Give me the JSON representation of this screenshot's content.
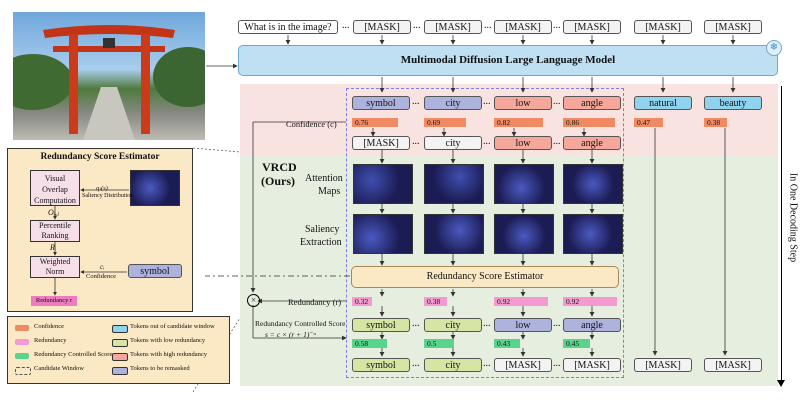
{
  "top_tokens": {
    "prompt": "What is in the image?",
    "mask": "[MASK]"
  },
  "mllm_label": "Multimodal Diffusion Large Language Model",
  "vrcd": {
    "line1": "VRCD",
    "line2": "(Ours)"
  },
  "side_labels": {
    "confidence": "Confidence (c)",
    "attention": "Attention",
    "maps": "Maps",
    "saliency": "Saliency",
    "extraction": "Extraction",
    "redundancy": "Redundancy (r)",
    "rcs": "Redundancy Controlled Score",
    "formula": "s = c × (r + 1)⁻ᵅ"
  },
  "decoded_tokens": [
    "symbol",
    "city",
    "low",
    "angle",
    "natural",
    "beauty"
  ],
  "confidence_vals": [
    "0.76",
    "0.69",
    "0.82",
    "0.86",
    "0.47",
    "0.38"
  ],
  "row2_tokens": [
    "[MASK]",
    "city",
    "low",
    "angle"
  ],
  "redundancy_vals": [
    "0.32",
    "0.38",
    "0.92",
    "0.92"
  ],
  "score_tokens": [
    "symbol",
    "city",
    "low",
    "angle"
  ],
  "score_vals": [
    "0.58",
    "0.5",
    "0.43",
    "0.45"
  ],
  "final_tokens": [
    "symbol",
    "city",
    "[MASK]",
    "[MASK]",
    "[MASK]",
    "[MASK]"
  ],
  "rse_label": "Redundancy Score Estimator",
  "one_step": "In One Decoding Step",
  "estimator": {
    "title": "Redundancy Score Estimator",
    "visual_overlap": "Visual Overlap Computation",
    "o_ij": "Oᵢ,ⱼ",
    "q_label": "qⱼ(s)",
    "saliency_dist": "Saliency Distribution",
    "percentile": "Percentile Ranking",
    "r_i": "Rᵢ",
    "weighted": "Weighted Norm",
    "c_i": "cᵢ",
    "confidence": "Confidence",
    "symbol": "symbol",
    "redundancy": "Redundancy r"
  },
  "legend": [
    {
      "label": "Confidence",
      "color": "#f08a62"
    },
    {
      "label": "Tokens out of candidate window",
      "color": "#8fd3ee"
    },
    {
      "label": "Redundancy",
      "color": "#f59ad0"
    },
    {
      "label": "Tokens with low redundancy",
      "color": "#d6e5a3"
    },
    {
      "label": "Redundancy Controlled Score",
      "color": "#5ad48c"
    },
    {
      "label": "Tokens with high redundancy",
      "color": "#f4a79a"
    },
    {
      "label": "Candidate Window",
      "color": "#ffffff"
    },
    {
      "label": "Tokens to be remasked",
      "color": "#aeb3de"
    }
  ],
  "dots": "..."
}
